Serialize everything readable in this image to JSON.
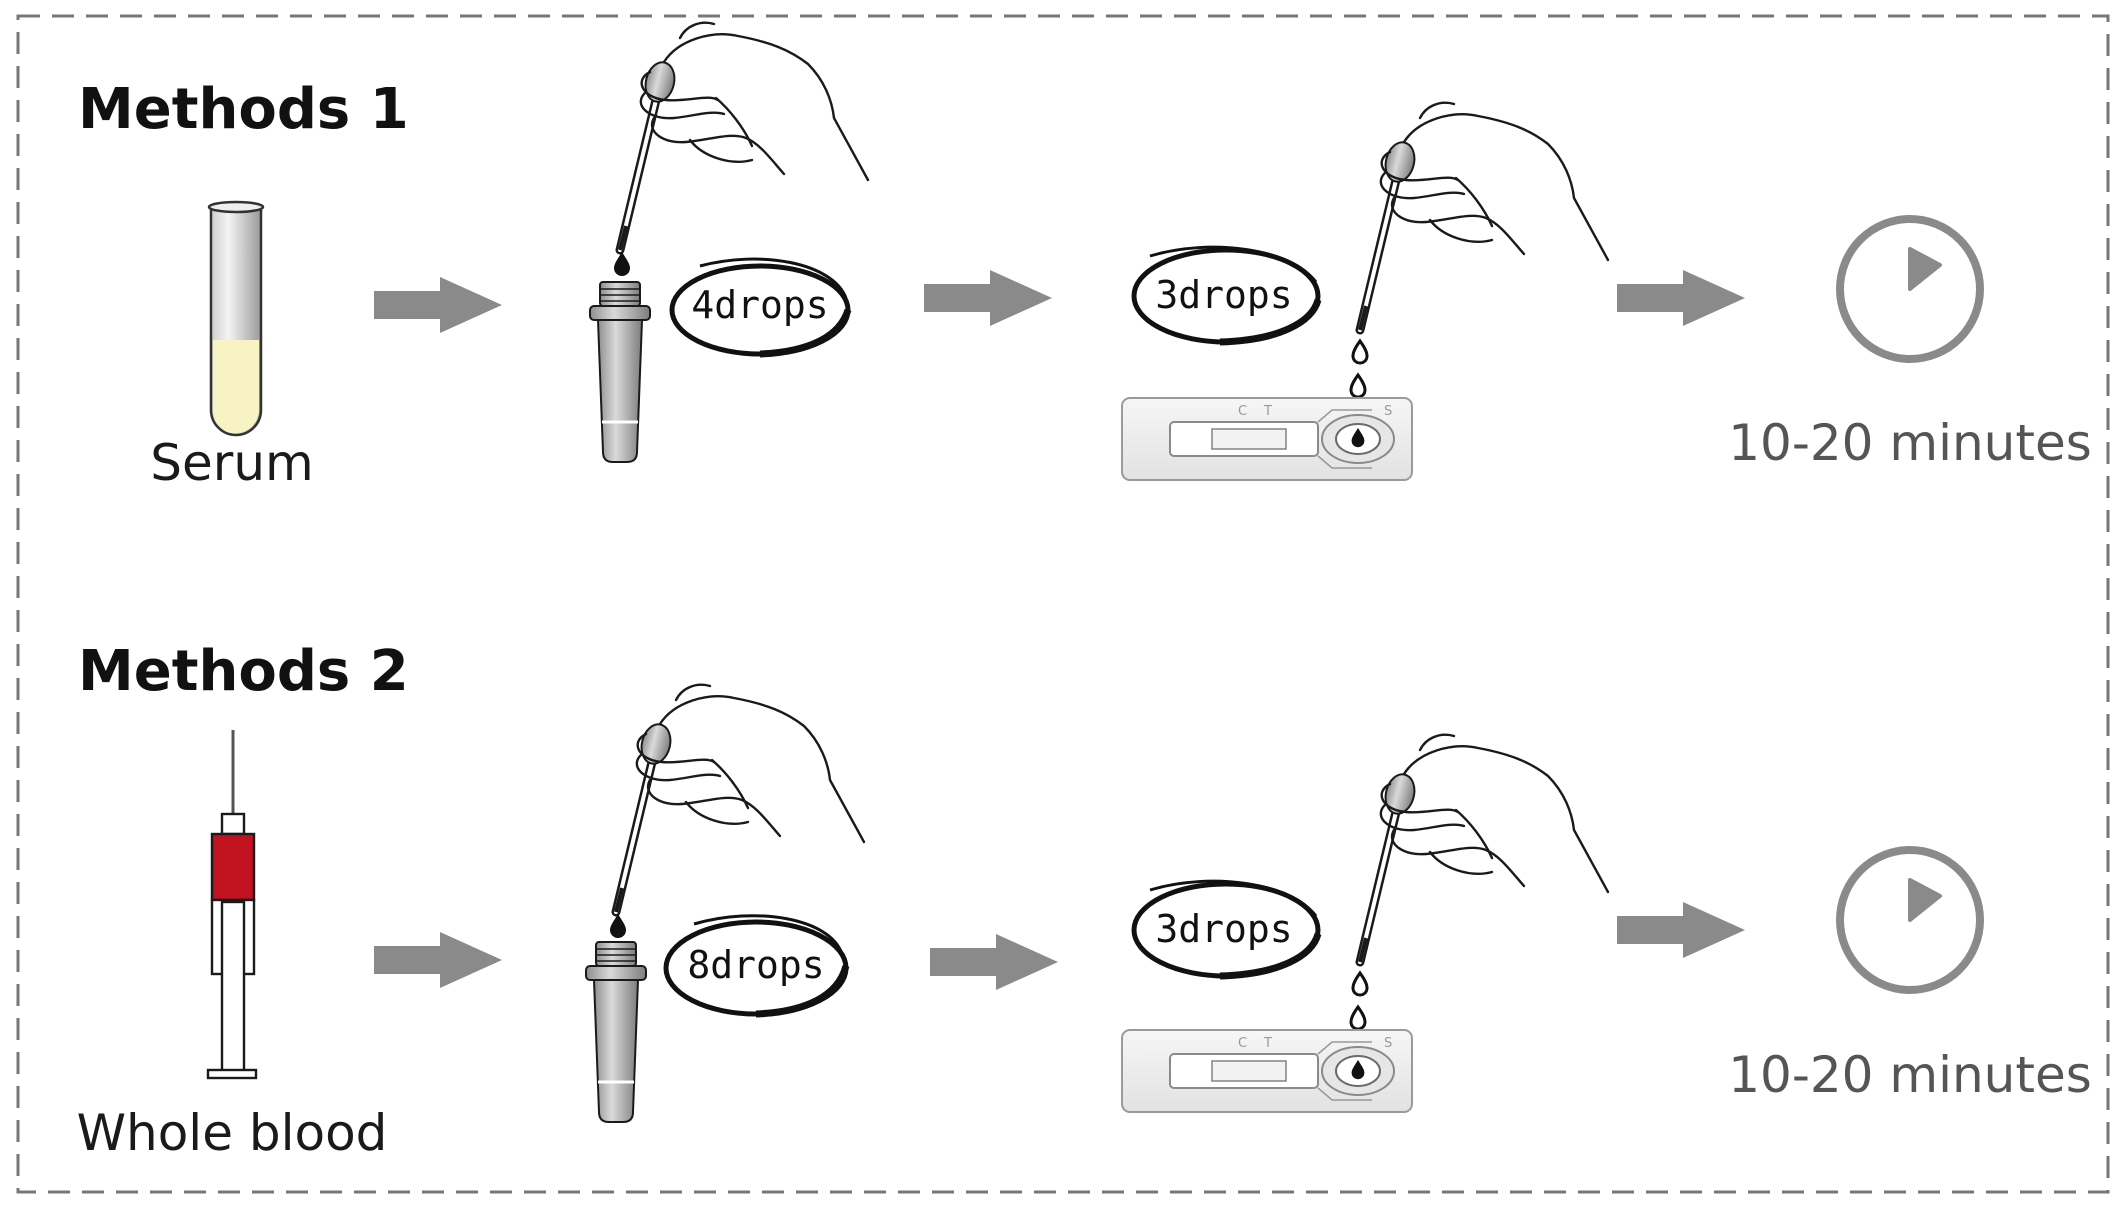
{
  "methods": [
    {
      "heading": "Methods 1",
      "sample_label": "Serum",
      "step1_drops": "4drops",
      "step2_drops": "3drops",
      "time_label": "10-20 minutes"
    },
    {
      "heading": "Methods 2",
      "sample_label": "Whole blood",
      "step1_drops": "8drops",
      "step2_drops": "3drops",
      "time_label": "10-20 minutes"
    }
  ],
  "cassette_marks": {
    "c": "C",
    "t": "T",
    "s": "S"
  },
  "colors": {
    "arrow": "#8a8a8a",
    "serum": "#f7f3c2",
    "blood": "#c1121f",
    "timer": "#8a8a8a",
    "frame": "#777777"
  },
  "icons": [
    "test-tube-icon",
    "syringe-icon",
    "dropper-hand-icon",
    "buffer-tube-icon",
    "test-cassette-icon",
    "timer-icon",
    "arrow-right-icon"
  ]
}
